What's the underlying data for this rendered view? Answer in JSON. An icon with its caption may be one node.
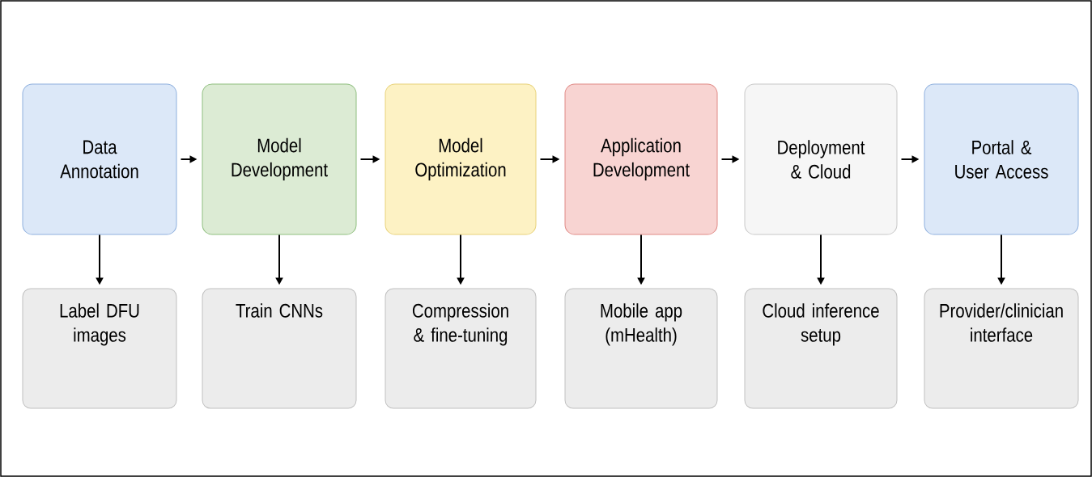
{
  "diagram": {
    "nodes": [
      {
        "text": [
          "Data Annotation"
        ]
      },
      {
        "text": [
          "Model Development"
        ]
      },
      {
        "text": [
          "Model Optimization"
        ]
      },
      {
        "text": [
          "Application Development"
        ]
      },
      {
        "text": [
          "Deployment & Cloud"
        ]
      },
      {
        "text": [
          "Portal & User Access"
        ]
      },
      {
        "text": [
          "Label DFU images"
        ]
      },
      {
        "text": [
          "Train CNNs"
        ]
      },
      {
        "text": [
          "Compression & fine-tuning"
        ]
      },
      {
        "text": [
          "Mobile app (mHealth)"
        ]
      },
      {
        "text": [
          "Cloud inference setup"
        ]
      },
      {
        "text": [
          "Provider/clinician interface"
        ]
      }
    ],
    "edges": [
      {
        "from": 0,
        "to": 1,
        "arrow": "to"
      },
      {
        "from": 1,
        "to": 2,
        "arrow": "to"
      },
      {
        "from": 2,
        "to": 3,
        "arrow": "to"
      },
      {
        "from": 3,
        "to": 4,
        "arrow": "to"
      },
      {
        "from": 4,
        "to": 5,
        "arrow": "to"
      },
      {
        "from": 0,
        "to": 6,
        "arrow": "to"
      },
      {
        "from": 1,
        "to": 7,
        "arrow": "to"
      },
      {
        "from": 2,
        "to": 8,
        "arrow": "to"
      },
      {
        "from": 3,
        "to": 9,
        "arrow": "to"
      },
      {
        "from": 4,
        "to": 10,
        "arrow": "to"
      },
      {
        "from": 5,
        "to": 11,
        "arrow": "to"
      }
    ]
  }
}
